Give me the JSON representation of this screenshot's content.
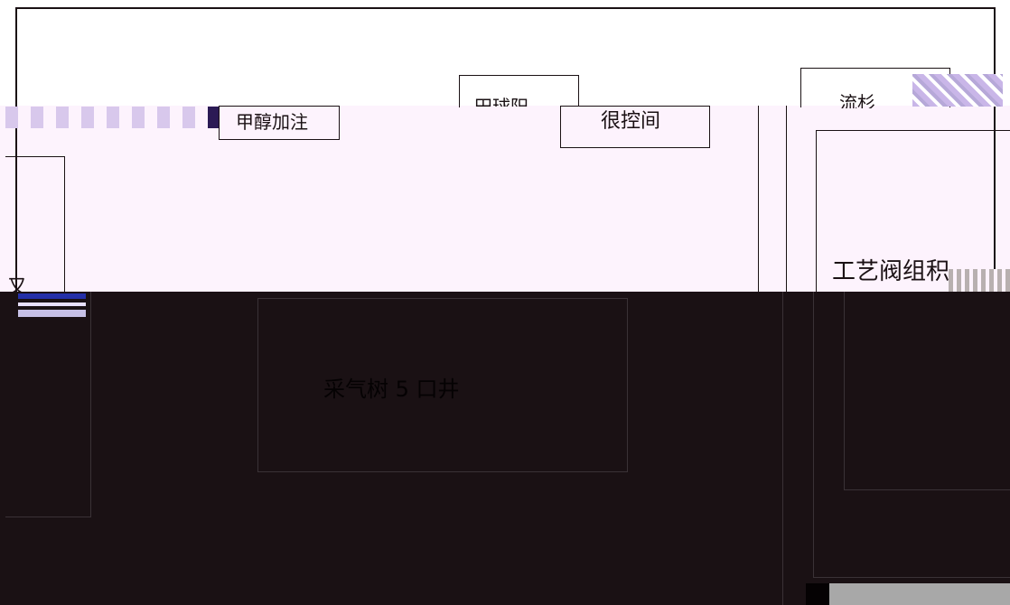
{
  "labels": {
    "methanol_injection": "甲醇加注",
    "upper_left_fragment": "田球阳",
    "control_room": "很控间",
    "upper_right_fragment": "流杉",
    "valve_group": "工艺阀组积",
    "small_fragment": "又",
    "gas_well": "采气树 5 口井"
  },
  "colors": {
    "top_band": "#ffffff",
    "mid_band": "#fdf3fd",
    "bottom_band": "#1a1114",
    "stroke": "#1a1114"
  }
}
